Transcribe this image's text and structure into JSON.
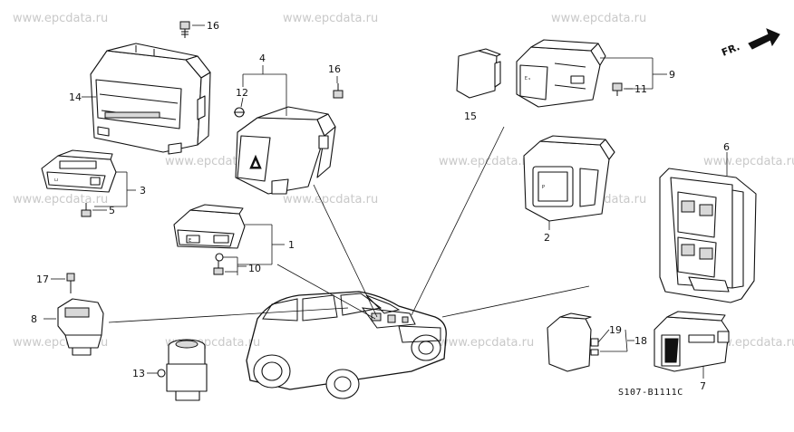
{
  "watermark": "www.epcdata.ru",
  "orientation_label": "FR.",
  "diagram_code": "S107-B1111C",
  "callouts": {
    "c1": "1",
    "c2": "2",
    "c3": "3",
    "c4": "4",
    "c5": "5",
    "c6": "6",
    "c7": "7",
    "c8": "8",
    "c9": "9",
    "c10": "10",
    "c11": "11",
    "c12": "12",
    "c13": "13",
    "c14": "14",
    "c15": "15",
    "c16a": "16",
    "c16b": "16",
    "c17": "17",
    "c18": "18",
    "c19": "19"
  },
  "icons": {
    "hazard": "hazard-triangle-icon",
    "orientation": "front-arrow-icon",
    "vehicle": "suv-vehicle-icon"
  }
}
